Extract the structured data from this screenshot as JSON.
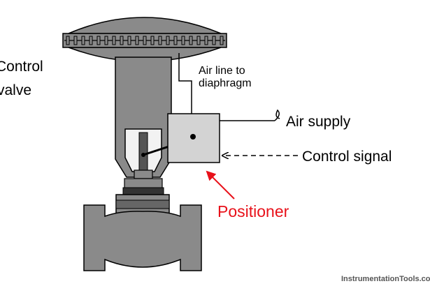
{
  "labels": {
    "control_valve_line1": "Control",
    "control_valve_line2": "valve",
    "air_line_line1": "Air line to",
    "air_line_line2": "diaphragm",
    "air_supply": "Air supply",
    "control_signal": "Control signal",
    "positioner": "Positioner",
    "watermark": "InstrumentationTools.com"
  },
  "colors": {
    "body_gray": "#8a8a8a",
    "positioner_box": "#d3d3d3",
    "inner_light": "#f2f2f2",
    "outline": "#000000",
    "positioner_label": "#e8111a",
    "watermark": "#555555"
  }
}
